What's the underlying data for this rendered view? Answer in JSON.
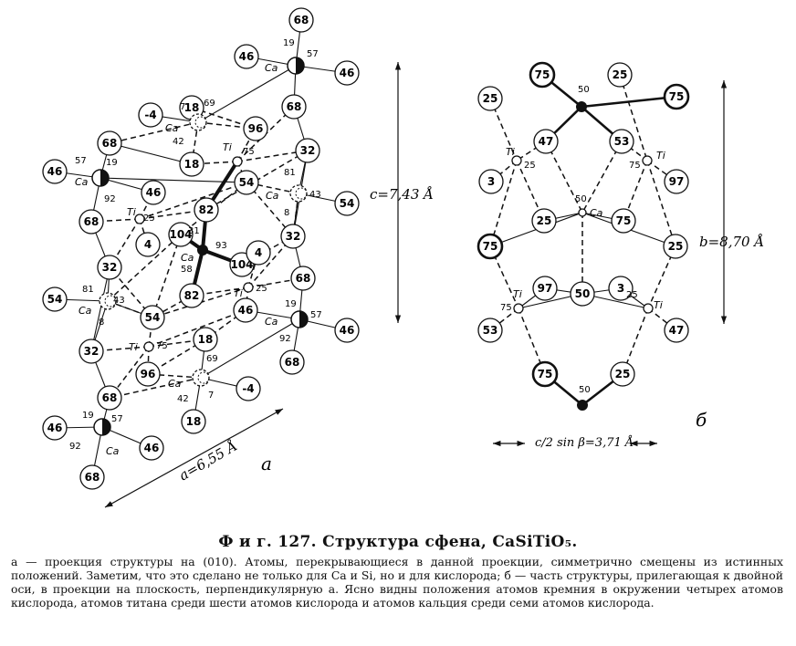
{
  "figure": {
    "caption": "Ф и г. 127. Структура сфена, CaSiTiO₅.",
    "description": "а — проекция структуры на (010). Атомы, перекрывающиеся в данной проекции, симметрично смещены из истинных положений. Заметим, что это сделано не только для Ca и Si, но и для кислорода; б — часть структуры, прилегающая к двойной оси, в проекции на плоскость, перпендикулярную a. Ясно видны положения атомов кремния в окружении четырех атомов кислорода, атомов титана среди шести атомов кислорода и атомов кальция среди семи атомов кислорода."
  },
  "panel_a": {
    "label": "а",
    "dim_a": "a=6,55 Å",
    "dim_c": "c=7,43 Å",
    "atoms": [
      {
        "id": "O68t",
        "t": "o",
        "h": "68"
      },
      {
        "id": "O46a",
        "t": "o",
        "h": "46"
      },
      {
        "id": "O46b",
        "t": "o",
        "h": "46"
      },
      {
        "id": "CaTR",
        "t": "ca",
        "h": "57",
        "h2": "19",
        "el": "Ca"
      },
      {
        "id": "O68b",
        "t": "o",
        "h": "68"
      },
      {
        "id": "O18a",
        "t": "o",
        "h": "18"
      },
      {
        "id": "O96a",
        "t": "o",
        "h": "96"
      },
      {
        "id": "Om4a",
        "t": "o",
        "h": "-4"
      },
      {
        "id": "CaD1",
        "t": "cad",
        "h": "69",
        "h2": "7",
        "h3": "42",
        "el": "Ca"
      },
      {
        "id": "O68c",
        "t": "o",
        "h": "68"
      },
      {
        "id": "O46c",
        "t": "o",
        "h": "46"
      },
      {
        "id": "CaL1",
        "t": "ca",
        "h": "57",
        "h2": "19",
        "h3": "92",
        "el": "Ca"
      },
      {
        "id": "O18b",
        "t": "o",
        "h": "18"
      },
      {
        "id": "Ti1",
        "t": "ti",
        "h": "75",
        "el": "Ti"
      },
      {
        "id": "O32a",
        "t": "o",
        "h": "32"
      },
      {
        "id": "O54a",
        "t": "o",
        "h": "54"
      },
      {
        "id": "CaD2",
        "t": "cad",
        "h": "43",
        "h2": "81",
        "h3": "8",
        "el": "Ca"
      },
      {
        "id": "O54b",
        "t": "o",
        "h": "54"
      },
      {
        "id": "O46d",
        "t": "o",
        "h": "46"
      },
      {
        "id": "Ti2",
        "t": "ti",
        "h": "25",
        "el": "Ti"
      },
      {
        "id": "O82a",
        "t": "o",
        "h": "82"
      },
      {
        "id": "O68d",
        "t": "o",
        "h": "68"
      },
      {
        "id": "O4a",
        "t": "o",
        "h": "4"
      },
      {
        "id": "O104a",
        "t": "o",
        "h": "104"
      },
      {
        "id": "Si",
        "t": "si",
        "h": "93",
        "h2": "31",
        "h3": "58",
        "el": "Ca"
      },
      {
        "id": "O32b",
        "t": "o",
        "h": "32"
      },
      {
        "id": "O104b",
        "t": "o",
        "h": "104"
      },
      {
        "id": "O4b",
        "t": "o",
        "h": "4"
      },
      {
        "id": "O32c",
        "t": "o",
        "h": "32"
      },
      {
        "id": "O68e",
        "t": "o",
        "h": "68"
      },
      {
        "id": "O82b",
        "t": "o",
        "h": "82"
      },
      {
        "id": "Ti3",
        "t": "ti",
        "h": "25",
        "el": "Ti"
      },
      {
        "id": "O54c",
        "t": "o",
        "h": "54"
      },
      {
        "id": "CaD3",
        "t": "cad",
        "h": "43",
        "h2": "81",
        "h3": "8",
        "el": "Ca"
      },
      {
        "id": "CaR2",
        "t": "ca",
        "h": "57",
        "h2": "19",
        "h3": "92",
        "el": "Ca"
      },
      {
        "id": "O46e",
        "t": "o",
        "h": "46"
      },
      {
        "id": "O46f",
        "t": "o",
        "h": "46"
      },
      {
        "id": "O54d",
        "t": "o",
        "h": "54"
      },
      {
        "id": "Ti4",
        "t": "ti",
        "h": "75",
        "el": "Ti"
      },
      {
        "id": "O32d",
        "t": "o",
        "h": "32"
      },
      {
        "id": "O18c",
        "t": "o",
        "h": "18"
      },
      {
        "id": "O68f",
        "t": "o",
        "h": "68"
      },
      {
        "id": "O96b",
        "t": "o",
        "h": "96"
      },
      {
        "id": "CaD4",
        "t": "cad",
        "h": "69",
        "h2": "7",
        "h3": "42",
        "el": "Ca"
      },
      {
        "id": "Om4b",
        "t": "o",
        "h": "-4"
      },
      {
        "id": "O68g",
        "t": "o",
        "h": "68"
      },
      {
        "id": "O18d",
        "t": "o",
        "h": "18"
      },
      {
        "id": "O46g",
        "t": "o",
        "h": "46"
      },
      {
        "id": "CaBL",
        "t": "ca",
        "h": "57",
        "h2": "19",
        "h3": "92",
        "el": "Ca"
      },
      {
        "id": "O46h",
        "t": "o",
        "h": "46"
      },
      {
        "id": "O68h",
        "t": "o",
        "h": "68"
      }
    ]
  },
  "panel_b": {
    "label": "б",
    "dim_b": "b=8,70 Å",
    "dim_c": "c/2 sin β=3,71 Å",
    "atoms": [
      {
        "id": "O25a",
        "t": "o",
        "h": "25"
      },
      {
        "id": "O75a",
        "t": "ob",
        "h": "75"
      },
      {
        "id": "O25b",
        "t": "o",
        "h": "25"
      },
      {
        "id": "O75b",
        "t": "ob",
        "h": "75"
      },
      {
        "id": "Si1",
        "t": "si",
        "h": "50"
      },
      {
        "id": "O47a",
        "t": "o",
        "h": "47"
      },
      {
        "id": "O53a",
        "t": "o",
        "h": "53"
      },
      {
        "id": "TiL",
        "t": "ti",
        "h": "25",
        "el": "Ti"
      },
      {
        "id": "TiR",
        "t": "ti",
        "h": "75",
        "el": "Ti"
      },
      {
        "id": "O3a",
        "t": "o",
        "h": "3"
      },
      {
        "id": "O97a",
        "t": "o",
        "h": "97"
      },
      {
        "id": "Ca",
        "t": "ca0",
        "h": "50",
        "el": "Ca"
      },
      {
        "id": "O25c",
        "t": "o",
        "h": "25"
      },
      {
        "id": "O75c",
        "t": "o",
        "h": "75"
      },
      {
        "id": "O75d",
        "t": "ob",
        "h": "75"
      },
      {
        "id": "O25d",
        "t": "o",
        "h": "25"
      },
      {
        "id": "O97b",
        "t": "o",
        "h": "97"
      },
      {
        "id": "O50m",
        "t": "o",
        "h": "50"
      },
      {
        "id": "O3b",
        "t": "o",
        "h": "3"
      },
      {
        "id": "TiBL",
        "t": "ti",
        "h": "75",
        "el": "Ti"
      },
      {
        "id": "TiBR",
        "t": "ti",
        "h": "25",
        "el": "Ti"
      },
      {
        "id": "O53b",
        "t": "o",
        "h": "53"
      },
      {
        "id": "O47b",
        "t": "o",
        "h": "47"
      },
      {
        "id": "O75e",
        "t": "ob",
        "h": "75"
      },
      {
        "id": "O25e",
        "t": "o",
        "h": "25"
      },
      {
        "id": "Si2",
        "t": "si",
        "h": "50"
      }
    ]
  }
}
